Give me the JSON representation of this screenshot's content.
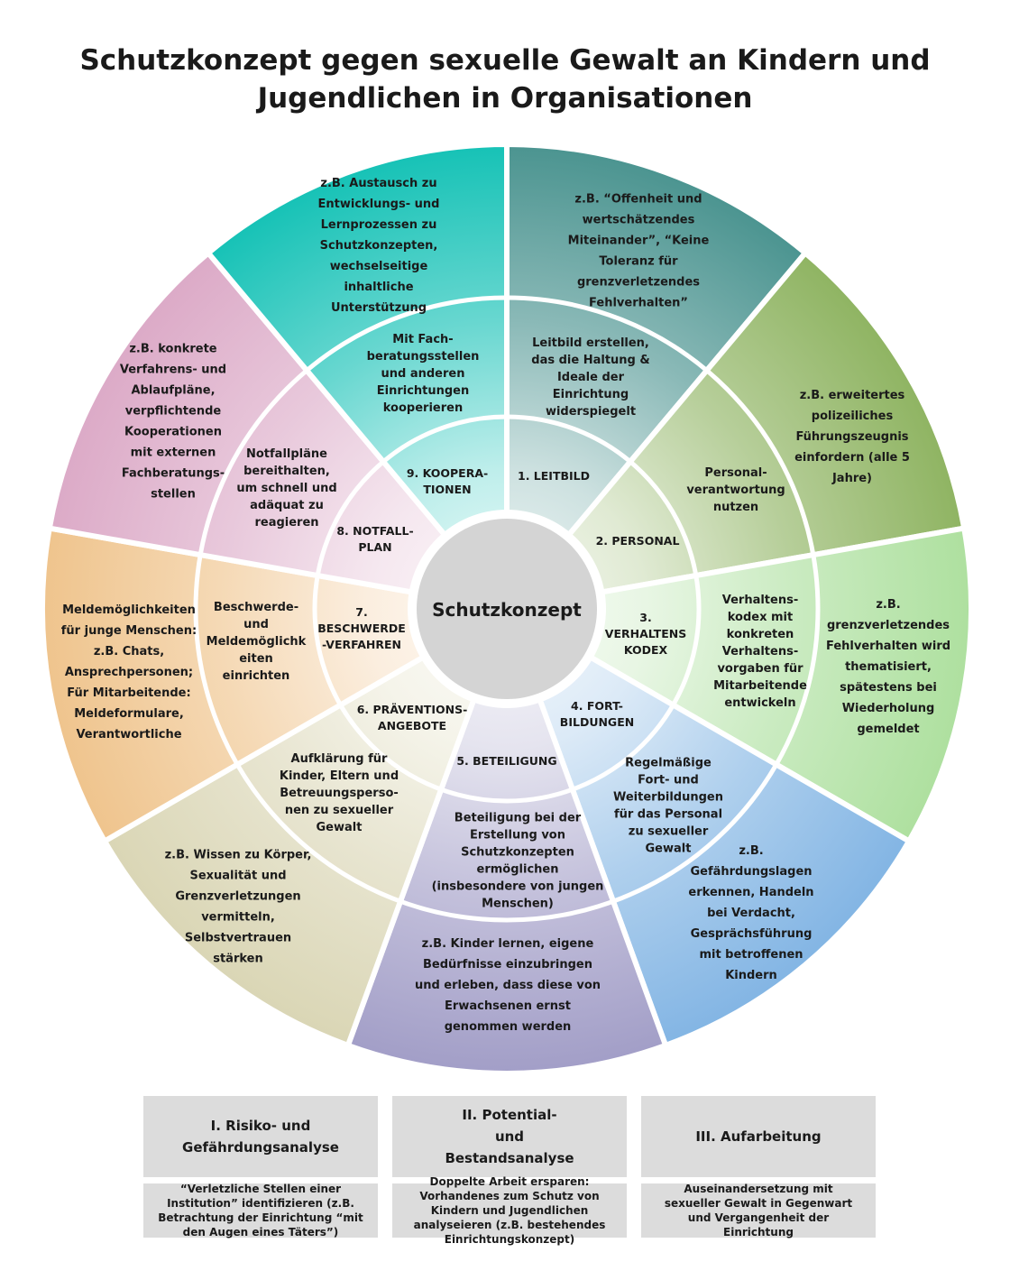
{
  "title": [
    "Schutzkonzept gegen sexuelle Gewalt an Kindern und",
    "Jugendlichen in Organisationen"
  ],
  "center_label": "Schutzkonzept",
  "segments": [
    {
      "name": "leitbild",
      "color": "#4b9490",
      "inner": [
        "1. LEITBILD"
      ],
      "middle": [
        "Leitbild erstellen,",
        "das die Haltung &",
        "Ideale der",
        "Einrichtung",
        "widerspiegelt"
      ],
      "outer": [
        "z.B. “Offenheit und",
        "wertschätzendes",
        "Miteinander”, “Keine",
        "Toleranz für",
        "grenzverletzendes",
        "Fehlverhalten”"
      ]
    },
    {
      "name": "personal",
      "color": "#8fb462",
      "inner": [
        "2. PERSONAL"
      ],
      "middle": [
        "Personal-",
        "verantwortung",
        "nutzen"
      ],
      "outer": [
        "z.B. erweitertes",
        "polizeiliches",
        "Führungszeugnis",
        "einfordern (alle 5",
        "Jahre)"
      ]
    },
    {
      "name": "verhaltenskodex",
      "color": "#aee09f",
      "inner": [
        "3.",
        "VERHALTENS",
        "KODEX"
      ],
      "middle": [
        "Verhaltens-",
        "kodex mit",
        "konkreten",
        "Verhaltens-",
        "vorgaben für",
        "Mitarbeitende",
        "entwickeln"
      ],
      "outer": [
        "z.B.",
        "grenzverletzendes",
        "Fehlverhalten wird",
        "thematisiert,",
        "spätestens bei",
        "Wiederholung",
        "gemeldet"
      ]
    },
    {
      "name": "fortbildungen",
      "color": "#83b5e4",
      "inner": [
        "4. FORT-",
        "BILDUNGEN"
      ],
      "middle": [
        "Regelmäßige",
        "Fort- und",
        "Weiterbildungen",
        "für das Personal",
        "zu sexueller",
        "Gewalt"
      ],
      "outer": [
        "z.B.",
        "Gefährdungslagen",
        "erkennen, Handeln",
        "bei Verdacht,",
        "Gesprächsführung",
        "mit betroffenen",
        "Kindern"
      ]
    },
    {
      "name": "beteiligung",
      "color": "#a29ec7",
      "inner": [
        "5. BETEILIGUNG"
      ],
      "middle": [
        "Beteiligung bei der",
        "Erstellung von",
        "Schutzkonzepten",
        "ermöglichen",
        "(insbesondere von jungen",
        "Menschen)"
      ],
      "outer": [
        "z.B. Kinder lernen, eigene",
        "Bedürfnisse einzubringen",
        "und erleben, dass diese von",
        "Erwachsenen ernst",
        "genommen werden"
      ]
    },
    {
      "name": "praeventionsangebote",
      "color": "#dad6b5",
      "inner": [
        "6. PRÄVENTIONS-",
        "ANGEBOTE"
      ],
      "middle": [
        "Aufklärung für",
        "Kinder, Eltern und",
        "Betreuungsperso-",
        "nen zu sexueller",
        "Gewalt"
      ],
      "outer": [
        "z.B. Wissen zu Körper,",
        "Sexualität und",
        "Grenzverletzungen",
        "vermitteln,",
        "Selbstvertrauen",
        "stärken"
      ]
    },
    {
      "name": "beschwerdeverfahren",
      "color": "#efc48d",
      "inner": [
        "7.",
        "BESCHWERDE",
        "-VERFAHREN"
      ],
      "middle": [
        "Beschwerde-",
        "und",
        "Meldemöglichk",
        "eiten",
        "einrichten"
      ],
      "outer": [
        "Meldemöglichkeiten",
        "für junge Menschen:",
        "z.B. Chats,",
        "Ansprechpersonen;",
        "Für Mitarbeitende:",
        "Meldeformulare,",
        "Verantwortliche"
      ]
    },
    {
      "name": "notfallplan",
      "color": "#dcaac7",
      "inner": [
        "8. NOTFALL-",
        "PLAN"
      ],
      "middle": [
        "Notfallpläne",
        "bereithalten,",
        "um schnell und",
        "adäquat zu",
        "reagieren"
      ],
      "outer": [
        "z.B. konkrete",
        "Verfahrens- und",
        "Ablaufpläne,",
        "verpflichtende",
        "Kooperationen",
        "mit externen",
        "Fachberatungs-",
        "stellen"
      ]
    },
    {
      "name": "kooperationen",
      "color": "#16c2b6",
      "inner": [
        "9. KOOPERA-",
        "TIONEN"
      ],
      "middle": [
        "Mit Fach-",
        "beratungsstellen",
        "und anderen",
        "Einrichtungen",
        "kooperieren"
      ],
      "outer": [
        "z.B. Austausch zu",
        "Entwicklungs- und",
        "Lernprozessen zu",
        "Schutzkonzepten,",
        "wechselseitige",
        "inhaltliche",
        "Unterstützung"
      ]
    }
  ],
  "analysis": [
    {
      "name": "risikoanalyse",
      "title": "I. Risiko- und\nGefährdungsanalyse",
      "description": "“Verletzliche Stellen einer\nInstitution” identifizieren (z.B.\nBetrachtung der Einrichtung “mit\nden Augen eines Täters”)"
    },
    {
      "name": "bestandsanalyse",
      "title": "II. Potential-\nund\nBestandsanalyse",
      "description": "Doppelte Arbeit ersparen:\nVorhandenes zum Schutz von\nKindern und Jugendlichen\nanalyseieren (z.B. bestehendes\nEinrichtungskonzept)"
    },
    {
      "name": "aufarbeitung",
      "title": "III. Aufarbeitung",
      "description": "Auseinandersetzung mit\nsexueller Gewalt in Gegenwart\nund Vergangenheit der\nEinrichtung"
    }
  ]
}
